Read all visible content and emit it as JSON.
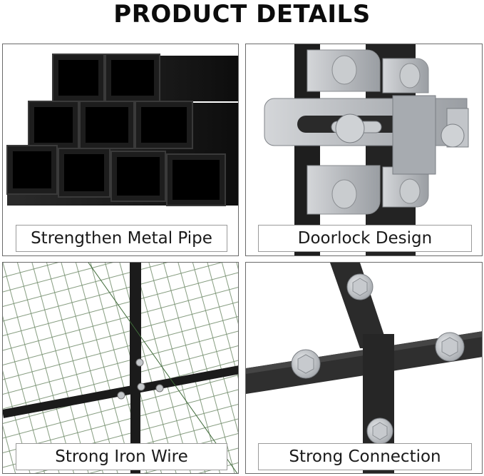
{
  "title": "PRODUCT DETAILS",
  "panels": [
    {
      "caption": "Strengthen Metal Pipe",
      "icon": "metal-pipes"
    },
    {
      "caption": "Doorlock Design",
      "icon": "door-latch"
    },
    {
      "caption": "Strong Iron Wire",
      "icon": "wire-mesh"
    },
    {
      "caption": "Strong Connection",
      "icon": "bolted-joint"
    }
  ],
  "colors": {
    "pipe": "#141414",
    "steel": "#b9bcc0",
    "frame": "#2a2a2a",
    "wire": "#5b7a54",
    "border": "#6a6a6a"
  }
}
